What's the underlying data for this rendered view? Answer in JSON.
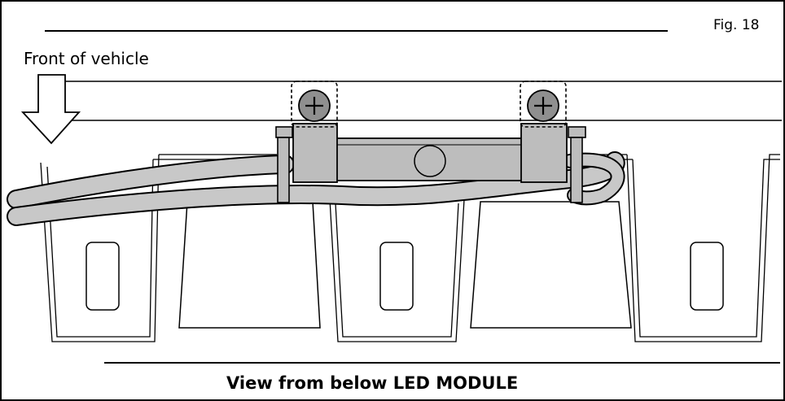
{
  "figure": {
    "fig_label": "Fig. 18",
    "front_label": "Front of vehicle",
    "caption": "View from below LED MODULE"
  },
  "colors": {
    "outline": "#000000",
    "metal_grey": "#bdbdbd",
    "screw_grey": "#8f8f8f",
    "cable_grey": "#c8c8c8",
    "background": "#ffffff"
  },
  "icons": [
    "front-direction-arrow-icon",
    "screw-icon"
  ]
}
